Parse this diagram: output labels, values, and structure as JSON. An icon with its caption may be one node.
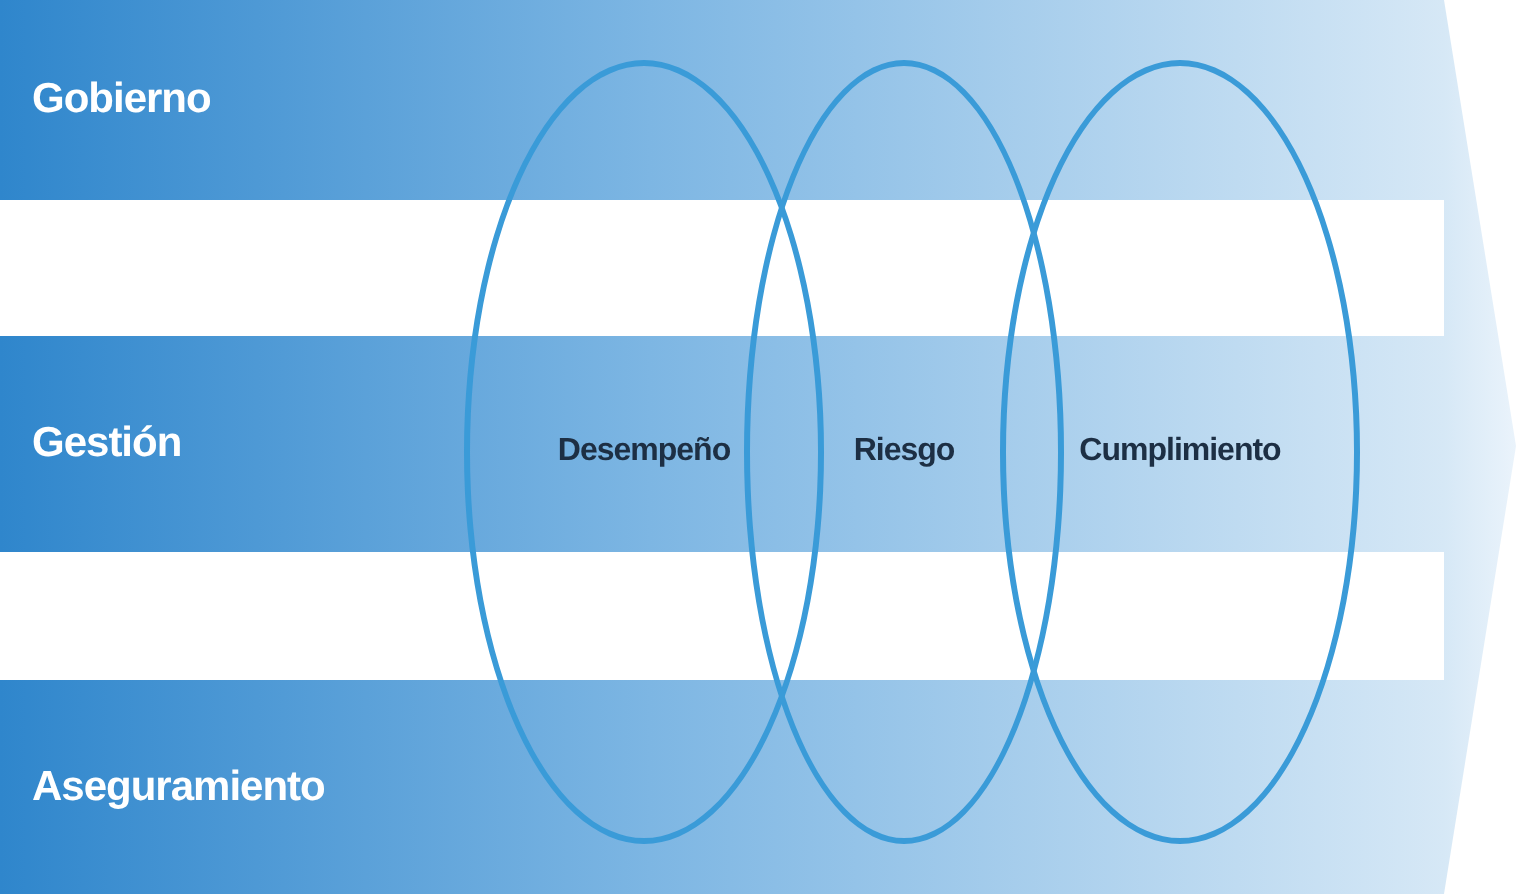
{
  "diagram": {
    "nodes": [
      {
        "text": [
          "Gobierno"
        ]
      },
      {
        "text": [
          "Gestión"
        ]
      },
      {
        "text": [
          "Aseguramiento"
        ]
      },
      {
        "text": [
          "Desempeño"
        ]
      },
      {
        "text": [
          "Riesgo"
        ]
      },
      {
        "text": [
          "Cumplimiento"
        ]
      }
    ],
    "edges": []
  }
}
